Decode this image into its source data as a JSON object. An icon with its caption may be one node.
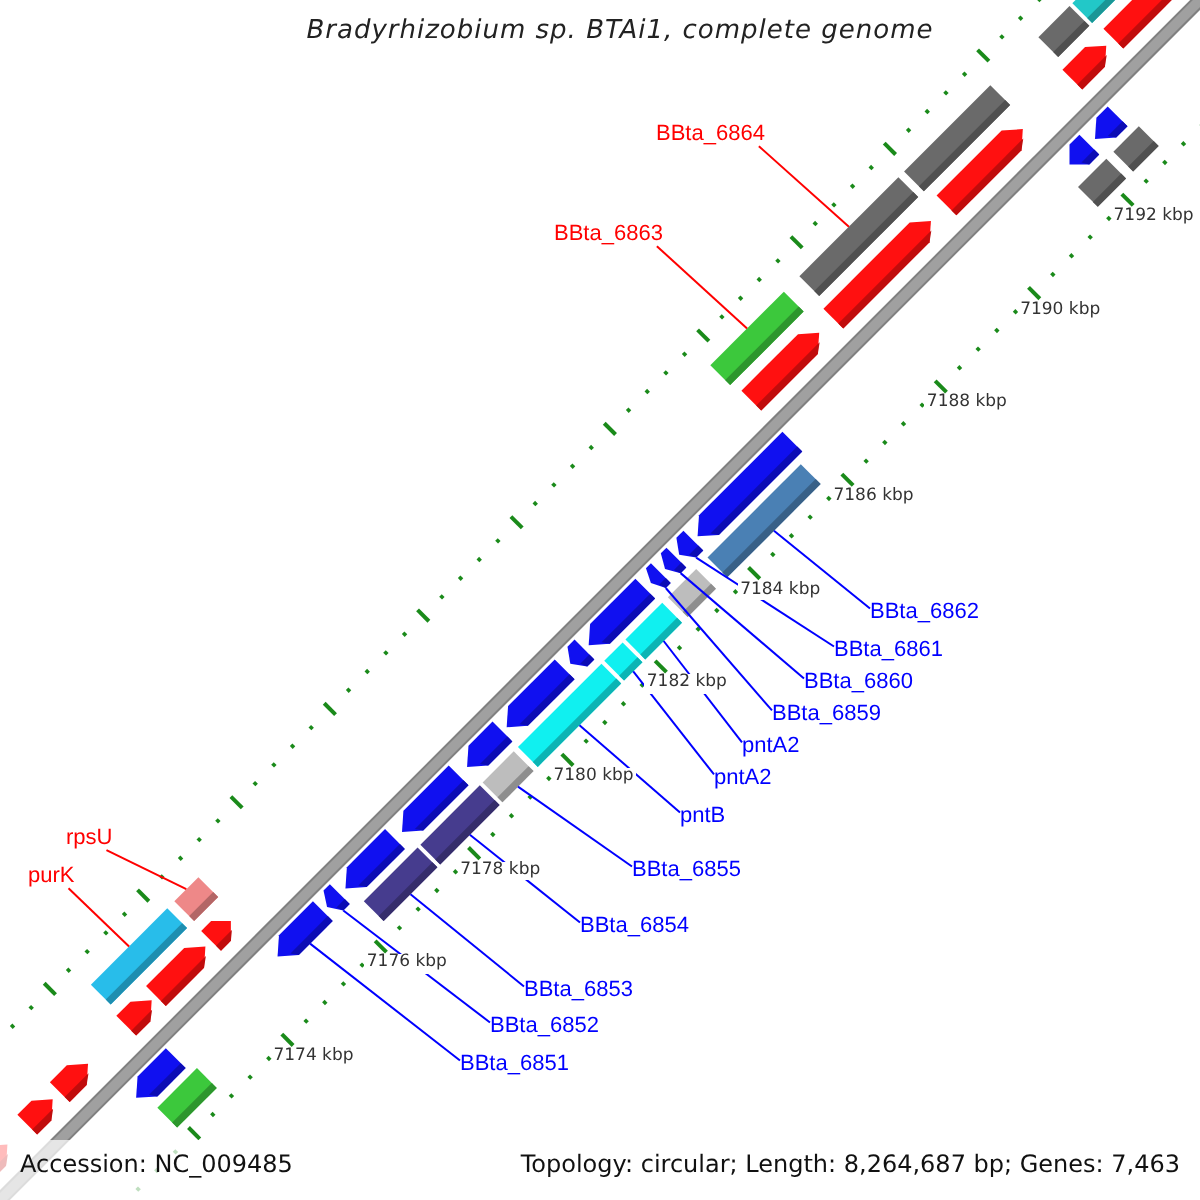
{
  "diagram": {
    "title": "Bradyrhizobium sp. BTAi1, complete genome",
    "nodes": [
      {
        "text": [
          "BBta_6864"
        ]
      },
      {
        "text": [
          "BBta_6863"
        ]
      },
      {
        "text": [
          "rpsU"
        ]
      },
      {
        "text": [
          "purK"
        ]
      },
      {
        "text": [
          "BBta_6862"
        ]
      },
      {
        "text": [
          "BBta_6861"
        ]
      },
      {
        "text": [
          "BBta_6860"
        ]
      },
      {
        "text": [
          "BBta_6859"
        ]
      },
      {
        "text": [
          "pntA2"
        ]
      },
      {
        "text": [
          "pntA2"
        ]
      },
      {
        "text": [
          "pntB"
        ]
      },
      {
        "text": [
          "BBta_6855"
        ]
      },
      {
        "text": [
          "BBta_6854"
        ]
      },
      {
        "text": [
          "BBta_6853"
        ]
      },
      {
        "text": [
          "BBta_6852"
        ]
      },
      {
        "text": [
          "BBta_6851"
        ]
      },
      {
        "text": [],
        "shape": "bar"
      },
      {
        "text": [],
        "shape": "bar"
      },
      {
        "text": [],
        "shape": "bar"
      },
      {
        "text": [],
        "shape": "bar"
      },
      {
        "text": [],
        "shape": "bar"
      },
      {
        "text": [],
        "shape": "bar"
      },
      {
        "text": [],
        "shape": "bar"
      },
      {
        "text": [],
        "shape": "bar"
      },
      {
        "text": [],
        "shape": "bar"
      },
      {
        "text": [],
        "shape": "bar"
      },
      {
        "text": [],
        "shape": "bar"
      },
      {
        "text": [],
        "shape": "bar"
      },
      {
        "text": [],
        "shape": "bar"
      },
      {
        "text": [],
        "shape": "bar"
      },
      {
        "text": [],
        "shape": "bar"
      },
      {
        "text": [],
        "shape": "bar"
      },
      {
        "text": [],
        "shape": "bar"
      },
      {
        "text": [],
        "shape": "bar"
      },
      {
        "text": [],
        "shape": "bar"
      },
      {
        "text": [],
        "shape": "bar"
      },
      {
        "text": [],
        "shape": "bar"
      },
      {
        "text": [],
        "shape": "bar"
      },
      {
        "text": [],
        "shape": "bar"
      },
      {
        "text": [],
        "shape": "bar"
      },
      {
        "text": [],
        "shape": "bar"
      },
      {
        "text": [],
        "shape": "bar"
      },
      {
        "text": [],
        "shape": "bar"
      },
      {
        "text": [],
        "shape": "bar"
      },
      {
        "text": [],
        "shape": "bar"
      },
      {
        "text": [],
        "shape": "bar"
      },
      {
        "text": [],
        "shape": "bar"
      },
      {
        "text": [],
        "shape": "bar"
      },
      {
        "text": [],
        "shape": "bar"
      },
      {
        "text": [],
        "shape": "bar"
      },
      {
        "text": [],
        "shape": "bar"
      },
      {
        "text": [],
        "shape": "bar"
      },
      {
        "text": [],
        "shape": "bar"
      },
      {
        "text": [],
        "shape": "bar"
      },
      {
        "text": [],
        "shape": "bar"
      },
      {
        "text": [],
        "shape": "bar"
      },
      {
        "text": [],
        "shape": "bar"
      },
      {
        "text": [],
        "shape": "bar"
      },
      {
        "text": [],
        "shape": "bar"
      },
      {
        "text": [],
        "shape": "bar"
      }
    ],
    "edges": [
      {
        "from": 0,
        "to": 28,
        "arrow": "none",
        "color": "#ff0000"
      },
      {
        "from": 1,
        "to": 29,
        "arrow": "none",
        "color": "#ff0000"
      },
      {
        "from": 2,
        "to": 57,
        "arrow": "none",
        "color": "#ff0000"
      },
      {
        "from": 3,
        "to": 56,
        "arrow": "none",
        "color": "#ff0000"
      },
      {
        "from": 4,
        "to": 42,
        "arrow": "none"
      },
      {
        "from": 5,
        "to": 31,
        "arrow": "none"
      },
      {
        "from": 6,
        "to": 32,
        "arrow": "none"
      },
      {
        "from": 7,
        "to": 33,
        "arrow": "none"
      },
      {
        "from": 8,
        "to": 44,
        "arrow": "none"
      },
      {
        "from": 9,
        "to": 45,
        "arrow": "none"
      },
      {
        "from": 10,
        "to": 46,
        "arrow": "none"
      },
      {
        "from": 11,
        "to": 47,
        "arrow": "none"
      },
      {
        "from": 12,
        "to": 48,
        "arrow": "none"
      },
      {
        "from": 13,
        "to": 49,
        "arrow": "none"
      },
      {
        "from": 14,
        "to": 40,
        "arrow": "none"
      },
      {
        "from": 15,
        "to": 41,
        "arrow": "none"
      }
    ],
    "labels": [
      "7192 kbp",
      "7190 kbp",
      "7188 kbp",
      "7186 kbp",
      "7184 kbp",
      "7182 kbp",
      "7180 kbp",
      "7178 kbp",
      "7176 kbp",
      "7174 kbp",
      "Accession: NC_009485",
      "Topology: circular; Length: 8,264,687 bp; Genes: 7,463"
    ]
  }
}
